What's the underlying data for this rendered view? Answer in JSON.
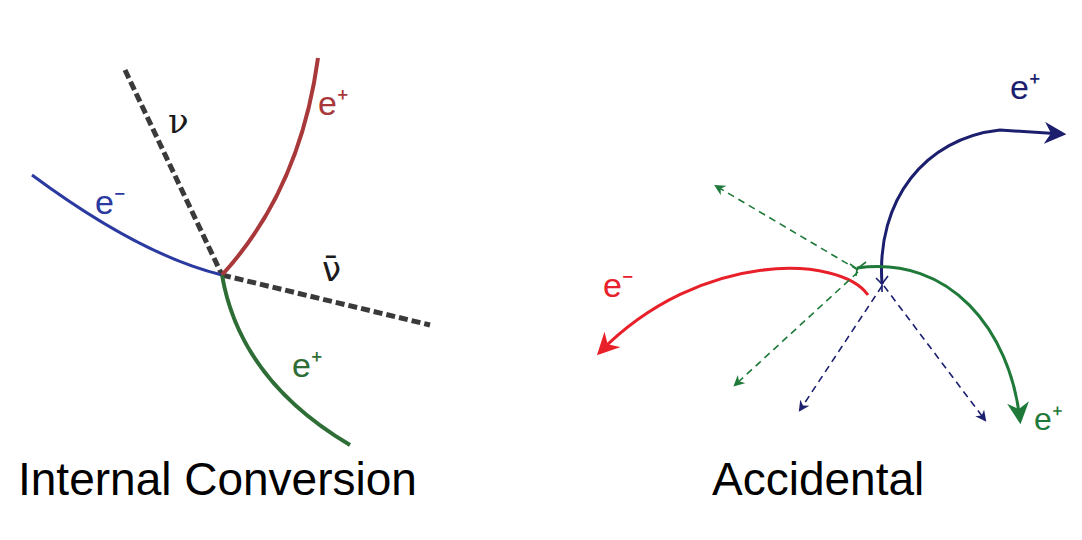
{
  "diagram": {
    "labels": [
      "ν",
      "e⁺",
      "e⁻",
      "ν̄",
      "e⁺",
      "Internal Conversion",
      "e⁺",
      "e⁻",
      "e⁺",
      "Accidental"
    ]
  }
}
